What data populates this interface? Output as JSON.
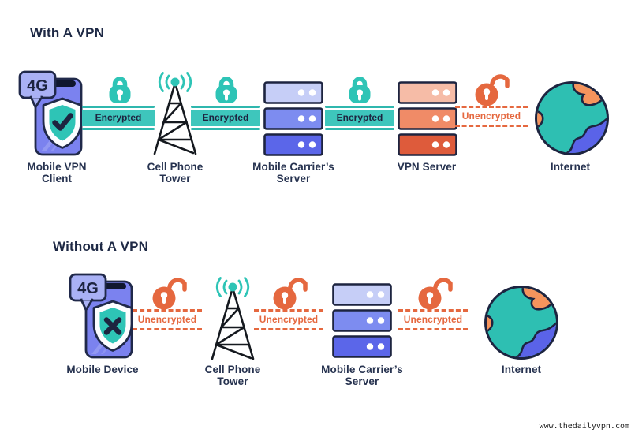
{
  "watermark": "www.thedailyvpn.com",
  "colors": {
    "navy_text": "#232e4e",
    "teal": "#2ec4b6",
    "teal_band": "#3ec6bc",
    "orange": "#e5683f",
    "server_blue": [
      "#c6cef7",
      "#7d8cf0",
      "#5b66e9"
    ],
    "server_orange": [
      "#f6bca7",
      "#f08b67",
      "#de5b3b"
    ],
    "phone_body": "#7b82ef",
    "speech_bubble": "#a9b1f5",
    "globe_teal": "#2ebfb2",
    "globe_orange": "#f5945d",
    "globe_blue": "#5a63e8"
  },
  "with_vpn": {
    "title": "With A VPN",
    "nodes": [
      {
        "label": "Mobile VPN Client",
        "icon": "phone-shield-check-icon",
        "badge": "4G"
      },
      {
        "label": "Cell Phone Tower",
        "icon": "cell-tower-icon"
      },
      {
        "label": "Mobile Carrier’s Server",
        "icon": "server-stack-blue-icon"
      },
      {
        "label": "VPN Server",
        "icon": "server-stack-orange-icon"
      },
      {
        "label": "Internet",
        "icon": "globe-icon"
      }
    ],
    "links": [
      {
        "label": "Encrypted",
        "type": "encrypted",
        "icon": "closed-lock-icon"
      },
      {
        "label": "Encrypted",
        "type": "encrypted",
        "icon": "closed-lock-icon"
      },
      {
        "label": "Encrypted",
        "type": "encrypted",
        "icon": "closed-lock-icon"
      },
      {
        "label": "Unencrypted",
        "type": "unencrypted",
        "icon": "open-lock-icon"
      }
    ]
  },
  "without_vpn": {
    "title": "Without A VPN",
    "nodes": [
      {
        "label": "Mobile Device",
        "icon": "phone-shield-x-icon",
        "badge": "4G"
      },
      {
        "label": "Cell Phone Tower",
        "icon": "cell-tower-icon"
      },
      {
        "label": "Mobile Carrier’s Server",
        "icon": "server-stack-blue-icon"
      },
      {
        "label": "Internet",
        "icon": "globe-icon"
      }
    ],
    "links": [
      {
        "label": "Unencrypted",
        "type": "unencrypted",
        "icon": "open-lock-icon"
      },
      {
        "label": "Unencrypted",
        "type": "unencrypted",
        "icon": "open-lock-icon"
      },
      {
        "label": "Unencrypted",
        "type": "unencrypted",
        "icon": "open-lock-icon"
      }
    ]
  }
}
